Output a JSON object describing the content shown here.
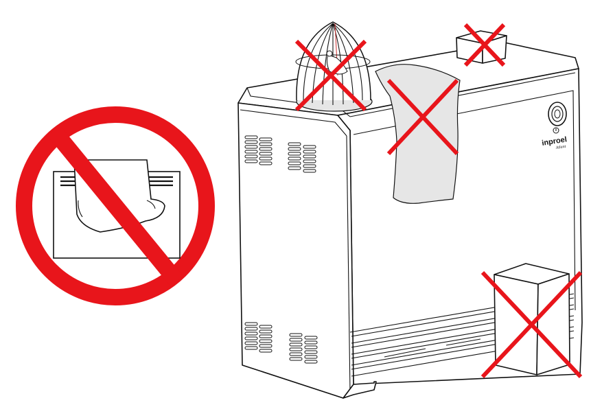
{
  "brand": {
    "name": "inproel",
    "sub": "Atlant"
  },
  "colors": {
    "prohibition_red": "#e8151b",
    "line": "#111111",
    "cloth": "#e6e6e6"
  },
  "icons": [
    "no-drying-clothes-sign",
    "birdcage-icon",
    "box-icon",
    "cloth-icon",
    "power-knob-icon"
  ]
}
